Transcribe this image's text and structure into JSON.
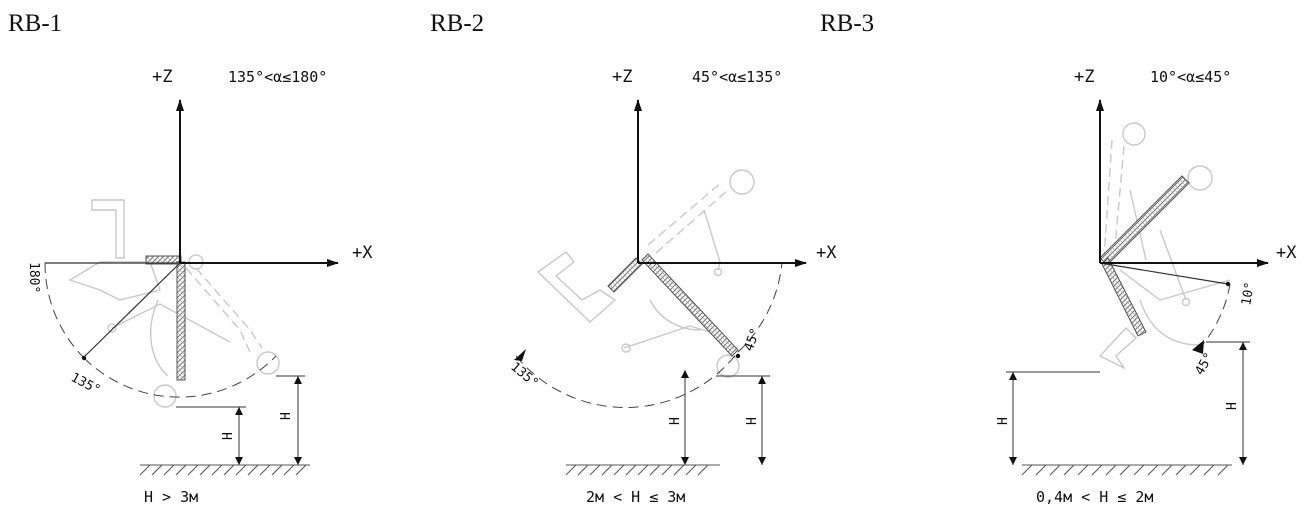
{
  "panels": [
    {
      "title": "RB-1",
      "angle_range": "135°<α≤180°",
      "z_label": "+Z",
      "x_label": "+X",
      "arc_labels": [
        "180°",
        "135°"
      ],
      "height_label": "H",
      "condition": "H > 3м"
    },
    {
      "title": "RB-2",
      "angle_range": "45°<α≤135°",
      "z_label": "+Z",
      "x_label": "+X",
      "arc_labels": [
        "135°",
        "45°"
      ],
      "height_label": "H",
      "condition": "2м < H ≤ 3м"
    },
    {
      "title": "RB-3",
      "angle_range": "10°<α≤45°",
      "z_label": "+Z",
      "x_label": "+X",
      "arc_labels": [
        "10°",
        "45°"
      ],
      "height_label": "H",
      "condition": "0,4м < H ≤ 2м"
    }
  ]
}
